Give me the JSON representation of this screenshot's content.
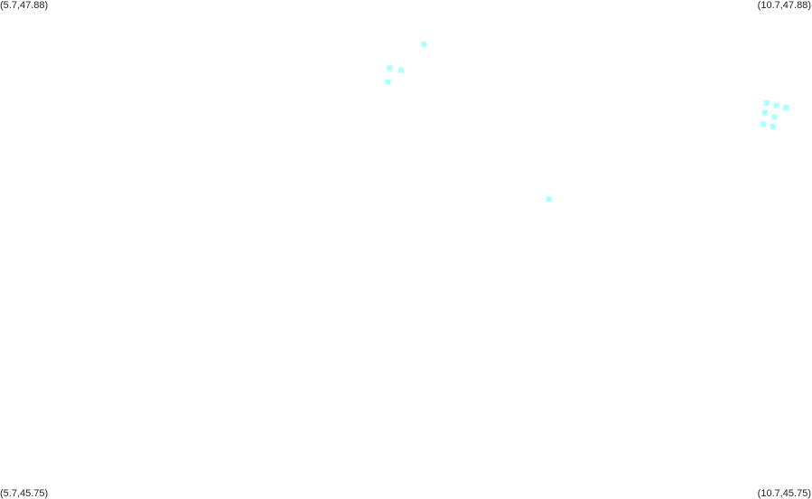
{
  "map": {
    "corners": {
      "top_left": "(5.7,47.88)",
      "top_right": "(10.7,47.88)",
      "bottom_left": "(5.7,45.75)",
      "bottom_right": "(10.7,45.75)"
    },
    "extent": {
      "lon_min": 5.7,
      "lon_max": 10.7,
      "lat_min": 45.75,
      "lat_max": 47.88
    },
    "marker_color": "#aaffff",
    "marker_shape": "square",
    "points": [
      {
        "lon": 8.31,
        "lat": 47.69
      },
      {
        "lon": 8.1,
        "lat": 47.59
      },
      {
        "lon": 8.17,
        "lat": 47.58
      },
      {
        "lon": 8.09,
        "lat": 47.53
      },
      {
        "lon": 9.08,
        "lat": 47.03
      },
      {
        "lon": 10.42,
        "lat": 47.44
      },
      {
        "lon": 10.48,
        "lat": 47.43
      },
      {
        "lon": 10.54,
        "lat": 47.42
      },
      {
        "lon": 10.41,
        "lat": 47.4
      },
      {
        "lon": 10.47,
        "lat": 47.38
      },
      {
        "lon": 10.4,
        "lat": 47.35
      },
      {
        "lon": 10.46,
        "lat": 47.34
      }
    ]
  }
}
